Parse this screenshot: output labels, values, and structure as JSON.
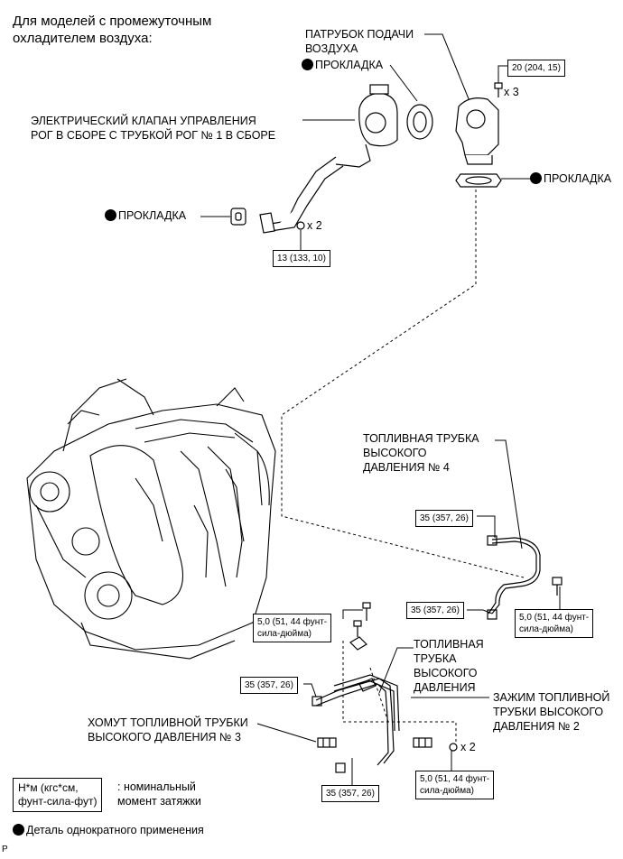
{
  "heading": "Для моделей с промежуточным\nохладителем воздуха:",
  "labels": {
    "intake_pipe": "ПАТРУБОК ПОДАЧИ\nВОЗДУХА",
    "gasket_top": "ПРОКЛАДКА",
    "gasket_right": "ПРОКЛАДКА",
    "gasket_left": "ПРОКЛАДКА",
    "egr_valve": "ЭЛЕКТРИЧЕСКИЙ КЛАПАН УПРАВЛЕНИЯ\nРОГ В СБОРЕ С ТРУБКОЙ РОГ № 1 В СБОРЕ",
    "fuel_pipe_4": "ТОПЛИВНАЯ ТРУБКА\nВЫСОКОГО\nДАВЛЕНИЯ № 4",
    "fuel_pipe": "ТОПЛИВНАЯ\nТРУБКА\nВЫСОКОГО\nДАВЛЕНИЯ",
    "clamp_2": "ЗАЖИМ ТОПЛИВНОЙ\nТРУБКИ ВЫСОКОГО\nДАВЛЕНИЯ № 2",
    "clamp_3": "ХОМУТ ТОПЛИВНОЙ ТРУБКИ\nВЫСОКОГО ДАВЛЕНИЯ № 3"
  },
  "torques": {
    "t1": "20 (204, 15)",
    "t2": "13 (133, 10)",
    "t3": "35 (357, 26)",
    "t4": "35 (357, 26)",
    "t5": "5,0 (51, 44 фунт-\nсила-дюйма)",
    "t6": "5,0 (51, 44 фунт-\nсила-дюйма)",
    "t7": "35 (357, 26)",
    "t8": "35 (357, 26)",
    "t9": "5,0 (51, 44 фунт-\nсила-дюйма)"
  },
  "quantities": {
    "q1": "x 3",
    "q2": "x 2",
    "q3": "x 2"
  },
  "legend": {
    "unit_box": "Н*м (кгс*см,\nфунт-сила-фут)",
    "unit_desc": ": номинальный\nмомент затяжки",
    "non_reusable": "Деталь однократного применения"
  },
  "corner_mark": "P"
}
